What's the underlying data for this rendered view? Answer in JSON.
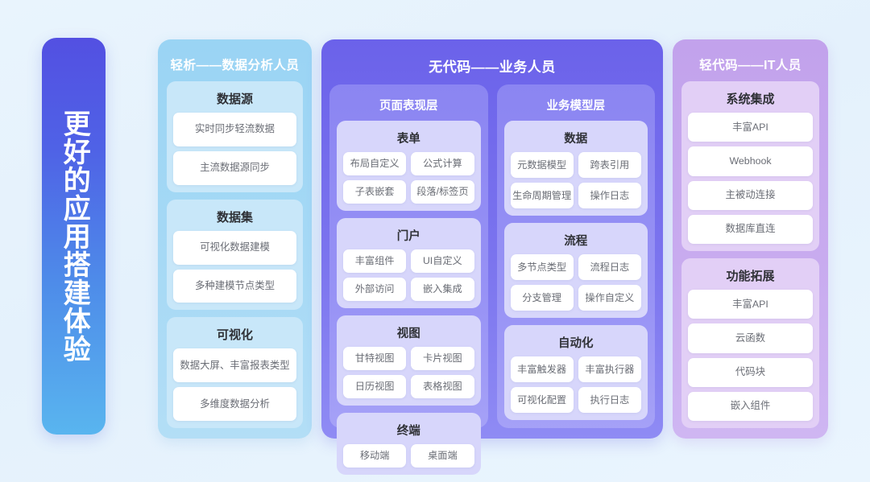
{
  "banner": {
    "text": "更好的应用搭建体验",
    "gradient_from": "#5350e2",
    "gradient_to": "#59b5ef"
  },
  "columns": [
    {
      "id": "analytics",
      "title": "轻析——数据分析人员",
      "color": "#9ad4f4",
      "sections": [
        {
          "title": "数据源",
          "layout": "cols1",
          "items": [
            "实时同步轻流数据",
            "主流数据源同步"
          ]
        },
        {
          "title": "数据集",
          "layout": "cols1",
          "items": [
            "可视化数据建模",
            "多种建模节点类型"
          ]
        },
        {
          "title": "可视化",
          "layout": "cols1",
          "items": [
            "数据大屏、丰富报表类型",
            "多维度数据分析"
          ]
        }
      ]
    },
    {
      "id": "nocode",
      "title": "无代码——业务人员",
      "color": "#6b62ea",
      "subpanels": [
        {
          "title": "页面表现层",
          "sections": [
            {
              "title": "表单",
              "layout": "cols2",
              "items": [
                "布局自定义",
                "公式计算",
                "子表嵌套",
                "段落/标签页"
              ]
            },
            {
              "title": "门户",
              "layout": "cols2",
              "items": [
                "丰富组件",
                "UI自定义",
                "外部访问",
                "嵌入集成"
              ]
            },
            {
              "title": "视图",
              "layout": "cols2",
              "items": [
                "甘特视图",
                "卡片视图",
                "日历视图",
                "表格视图"
              ]
            },
            {
              "title": "终端",
              "layout": "cols2",
              "items": [
                "移动端",
                "桌面端"
              ]
            }
          ]
        },
        {
          "title": "业务模型层",
          "sections": [
            {
              "title": "数据",
              "layout": "cols2",
              "items": [
                "元数据模型",
                "跨表引用",
                "生命周期管理",
                "操作日志"
              ]
            },
            {
              "title": "流程",
              "layout": "cols2",
              "items": [
                "多节点类型",
                "流程日志",
                "分支管理",
                "操作自定义"
              ]
            },
            {
              "title": "自动化",
              "layout": "cols2",
              "items": [
                "丰富触发器",
                "丰富执行器",
                "可视化配置",
                "执行日志"
              ]
            }
          ]
        }
      ]
    },
    {
      "id": "lowcode",
      "title": "轻代码——IT人员",
      "color": "#c2a2ec",
      "sections": [
        {
          "title": "系统集成",
          "layout": "cols1",
          "items": [
            "丰富API",
            "Webhook",
            "主被动连接",
            "数据库直连"
          ]
        },
        {
          "title": "功能拓展",
          "layout": "cols1",
          "items": [
            "丰富API",
            "云函数",
            "代码块",
            "嵌入组件"
          ]
        }
      ]
    }
  ]
}
